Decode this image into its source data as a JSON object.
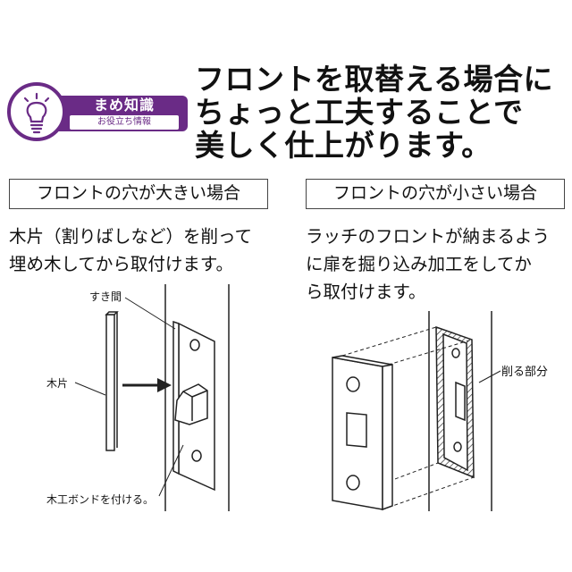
{
  "badge": {
    "title": "まめ知識",
    "subtitle": "お役立ち情報",
    "icon": "lightbulb-icon",
    "color": "#6a2b86"
  },
  "headline": {
    "lines": [
      "フロントを取替える場合に",
      "ちょっと工夫することで",
      "美しく仕上がります。"
    ]
  },
  "left_case": {
    "title": "フロントの穴が大きい場合",
    "description": [
      "木片（割りばしなど）を削って",
      "埋め木してから取付けます。"
    ],
    "labels": {
      "gap": "すき間",
      "wood_piece": "木片",
      "glue": "木工ボンドを付ける。"
    }
  },
  "right_case": {
    "title": "フロントの穴が小さい場合",
    "description": [
      "ラッチのフロントが納まるよう",
      "に扉を掘り込み加工をしてか",
      "ら取付けます。"
    ],
    "labels": {
      "cut_part": "削る部分"
    }
  }
}
